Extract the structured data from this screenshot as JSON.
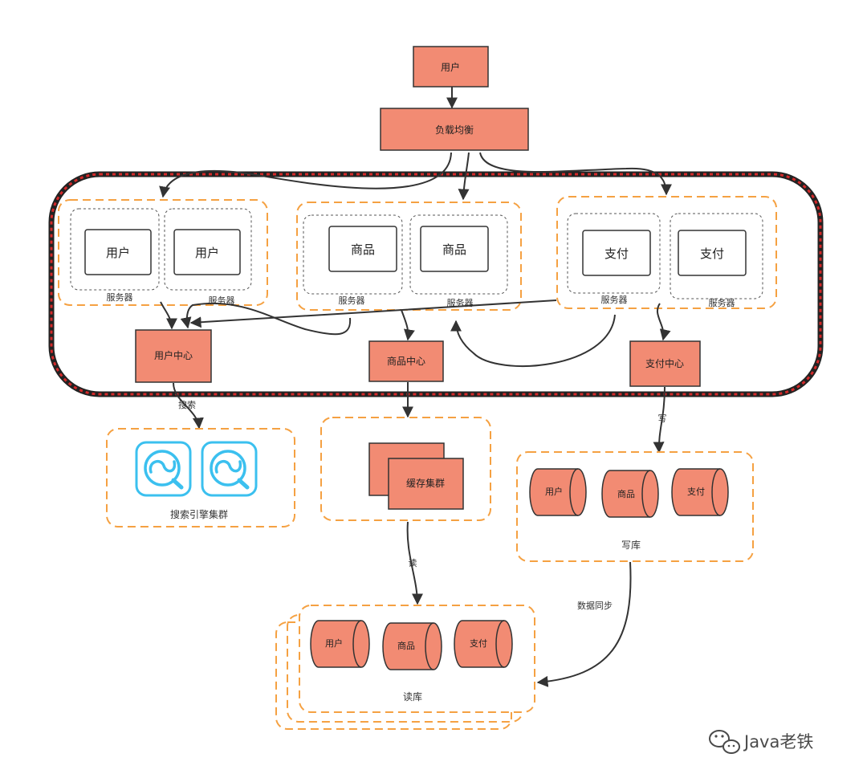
{
  "nodes": {
    "user_top": "用户",
    "load_balancer": "负载均衡",
    "user_server_1": "用户",
    "user_server_2": "用户",
    "goods_server_1": "商品",
    "goods_server_2": "商品",
    "pay_server_1": "支付",
    "pay_server_2": "支付",
    "user_center": "用户中心",
    "goods_center": "商品中心",
    "pay_center": "支付中心",
    "cache_cluster": "缓存集群",
    "write_db_user": "用户",
    "write_db_goods": "商品",
    "write_db_pay": "支付",
    "read_db_user": "用户",
    "read_db_goods": "商品",
    "read_db_pay": "支付"
  },
  "labels": {
    "server_user_1": "服务器",
    "server_user_2": "服务器",
    "server_goods_1": "服务器",
    "server_goods_2": "服务器",
    "server_pay_1": "服务器",
    "server_pay_2": "服务器",
    "search_engine_cluster": "搜索引擎集群",
    "write_db": "写库",
    "read_db": "读库"
  },
  "edges": {
    "search": "搜索",
    "write": "写",
    "read": "读",
    "data_sync": "数据同步"
  },
  "watermark": "Java老铁",
  "colors": {
    "node_fill": "#f28b73",
    "node_stroke": "#333333",
    "group_dash": "#f5a142",
    "frame_red": "#d42a2a",
    "search_icon": "#3bc0ef"
  }
}
